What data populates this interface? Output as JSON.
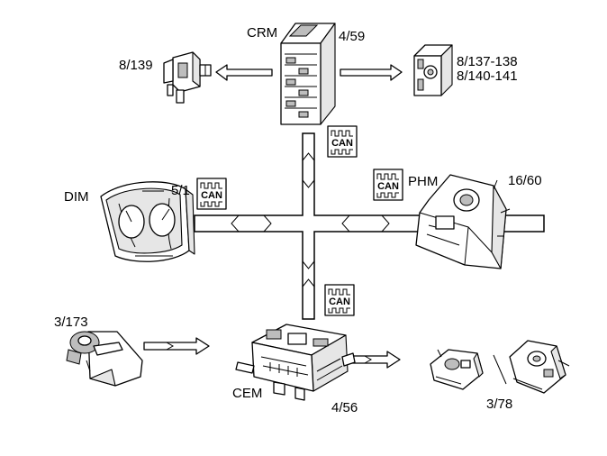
{
  "labels": {
    "crm_name": "CRM",
    "crm_code": "4/59",
    "sensor_code": "8/139",
    "right_sensor_code_1": "8/137-138",
    "right_sensor_code_2": "8/140-141",
    "dim_name": "DIM",
    "dim_code": "5/1",
    "phm_name": "PHM",
    "phm_code": "16/60",
    "key_code": "3/173",
    "cem_name": "CEM",
    "cem_code": "4/56",
    "lock_code": "3/78"
  },
  "can_badge": {
    "text": "CAN"
  }
}
